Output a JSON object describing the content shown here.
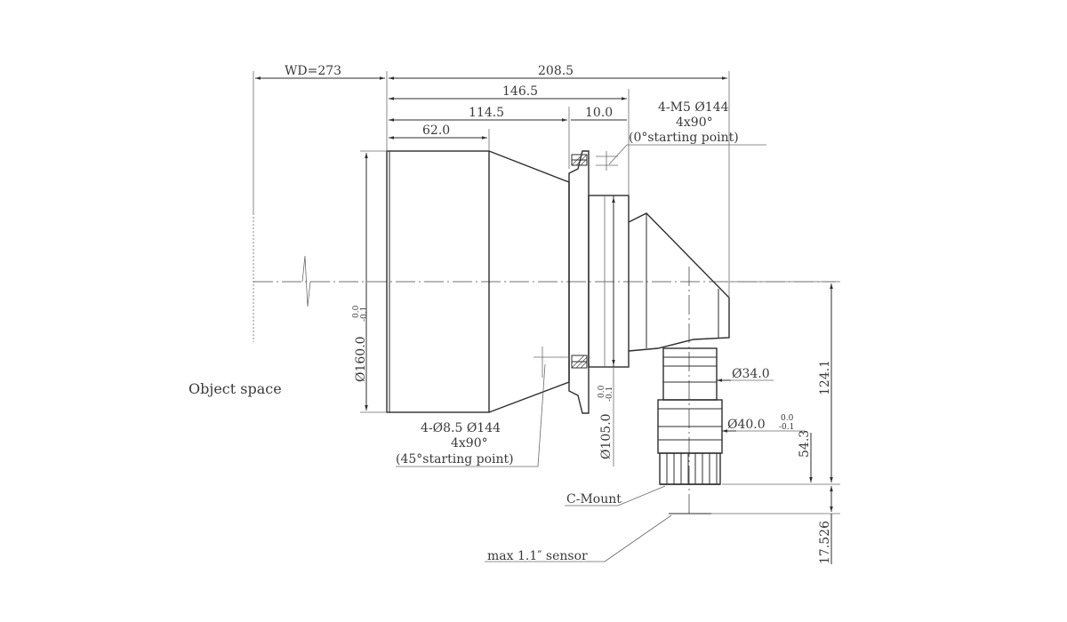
{
  "labels": {
    "wd": "WD=273",
    "dim_208": "208.5",
    "dim_146": "146.5",
    "dim_114": "114.5",
    "dim_10": "10.0",
    "dim_62": "62.0",
    "m5_line1": "4-M5  Ø144",
    "m5_line2": "4x90°",
    "m5_line3": "(0°starting point)",
    "dia160": "Ø160.0",
    "dia160_tol_top": "0.0",
    "dia160_tol_bot": "-0.1",
    "object_space": "Object space",
    "hole_line1": "4-Ø8.5  Ø144",
    "hole_line2": "4x90°",
    "hole_line3": "(45°starting point)",
    "dia105": "Ø105.0",
    "dia105_tol_top": "0.0",
    "dia105_tol_bot": "-0.1",
    "dia34": "Ø34.0",
    "dia40": "Ø40.0",
    "dia40_tol_top": "0.0",
    "dia40_tol_bot": "-0.1",
    "dim_124": "124.1",
    "dim_54": "54.3",
    "cmount": "C-Mount",
    "sensor": "max 1.1″ sensor",
    "dim_17": "17.526"
  }
}
